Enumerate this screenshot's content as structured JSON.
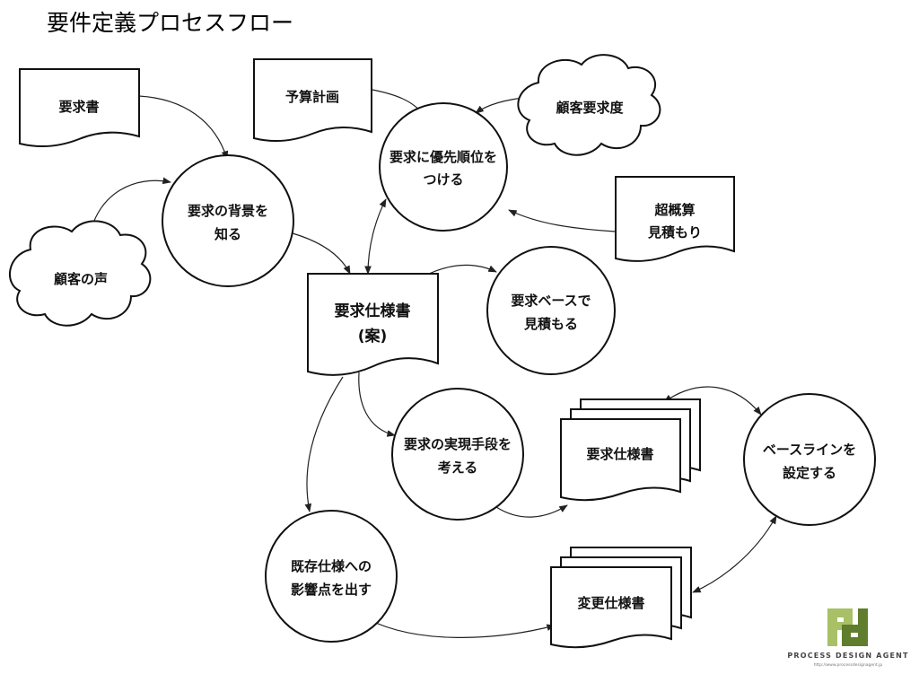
{
  "title": "要件定義プロセスフロー",
  "nodes": {
    "youkyuusho": "要求書",
    "yosan": "予算計画",
    "kokyaku_youkyuudo": "顧客要求度",
    "priority": [
      "要求に優先順位を",
      "つける"
    ],
    "haikei": [
      "要求の背景を",
      "知る"
    ],
    "chougaisan": [
      "超概算",
      "見積もり"
    ],
    "koe": "顧客の声",
    "spec_draft": [
      "要求仕様書",
      "(案)"
    ],
    "base_estimate": [
      "要求ベースで",
      "見積もる"
    ],
    "jitsugen": [
      "要求の実現手段を",
      "考える"
    ],
    "spec_final": "要求仕様書",
    "baseline": [
      "ベースラインを",
      "設定する"
    ],
    "eikyou": [
      "既存仕様への",
      "影響点を出す"
    ],
    "henkou": "変更仕様書"
  },
  "logo": {
    "name": "PROCESS DESIGN AGENT",
    "url": "http://www.processdesignagent.jp",
    "colors": {
      "light": "#a8c066",
      "dark": "#5f7d2c"
    }
  }
}
